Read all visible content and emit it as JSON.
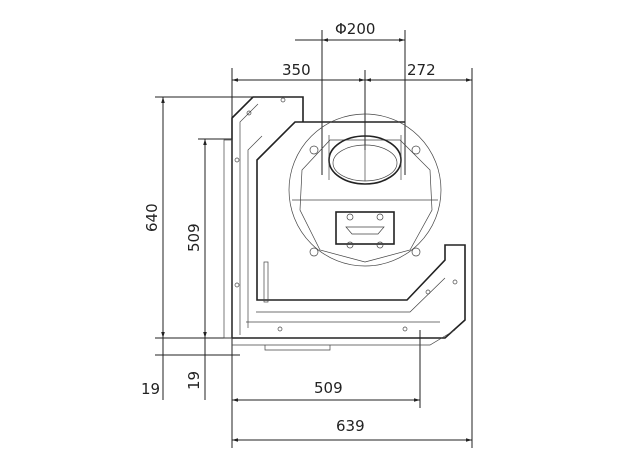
{
  "dimensions": {
    "flue_diameter": "Φ200",
    "left_to_center": "350",
    "center_to_right": "272",
    "overall_height": "640",
    "glass_height": "509",
    "bottom_offset_left": "19",
    "bottom_offset_inner": "19",
    "glass_width": "509",
    "overall_width": "639"
  }
}
